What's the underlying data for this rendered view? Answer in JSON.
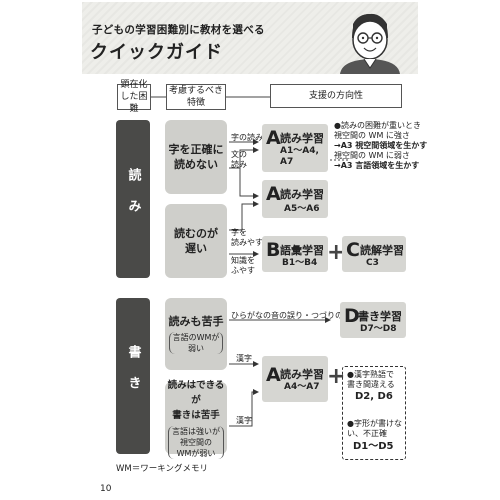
{
  "header": {
    "subtitle": "子どもの学習困難別に教材を選べる",
    "title": "クイックガイド"
  },
  "columns": {
    "difficulty": "顕在化した困難",
    "trait": "考慮するべき特徴",
    "support": "支援の方向性"
  },
  "categories": {
    "read": "読み",
    "write": "書き"
  },
  "features": {
    "read1": [
      "字を正確に",
      "読めない"
    ],
    "read2": [
      "読むのが",
      "遅い"
    ],
    "write1": "読みも苦手",
    "write1_note": [
      "言語のWMが",
      "弱い"
    ],
    "write2": [
      "読みはできるが",
      "書きは苦手"
    ],
    "write2_note": [
      "言語は強いが",
      "視空間の",
      "WMが弱い"
    ]
  },
  "arrow_labels": {
    "a1": "字の読み",
    "a2": [
      "文の",
      "読み"
    ],
    "a3": [
      "字を",
      "読みやすくする"
    ],
    "a4": [
      "知識を",
      "ふやす"
    ],
    "a5": "ひらがなの音の誤り・つづりの誤り",
    "a6": "漢字",
    "a7": "漢字"
  },
  "materials": {
    "A1": {
      "letter": "A",
      "name": "読み学習",
      "range": [
        "A1～A4,",
        "A7"
      ]
    },
    "A2": {
      "letter": "A",
      "name": "読み学習",
      "range": [
        "A5～A6"
      ]
    },
    "B": {
      "letter": "B",
      "name": "語彙学習",
      "range": [
        "B1～B4"
      ]
    },
    "C": {
      "letter": "C",
      "name": "読解学習",
      "range": [
        "C3"
      ]
    },
    "D": {
      "letter": "D",
      "name": "書き学習",
      "range": [
        "D7～D8"
      ]
    },
    "A3": {
      "letter": "A",
      "name": "読み学習",
      "range": [
        "A4～A7"
      ]
    }
  },
  "notes": {
    "n1": "●読みの困難が重いとき",
    "n2": "視空間の WM に強さ",
    "n3": "→A3 視空間領域を生かす",
    "n4": "視空間の WM に弱さ",
    "n5": "→A3 言語領域を生かす"
  },
  "dashed": {
    "d1": [
      "●漢字熟語で",
      "書き間違える"
    ],
    "d1r": "D2, D6",
    "d2": [
      "●字形が書けな",
      "い、不正確"
    ],
    "d2r": "D1～D5"
  },
  "plus": "+",
  "footer": {
    "wm": "WM＝ワーキングメモリ",
    "page": "10"
  }
}
